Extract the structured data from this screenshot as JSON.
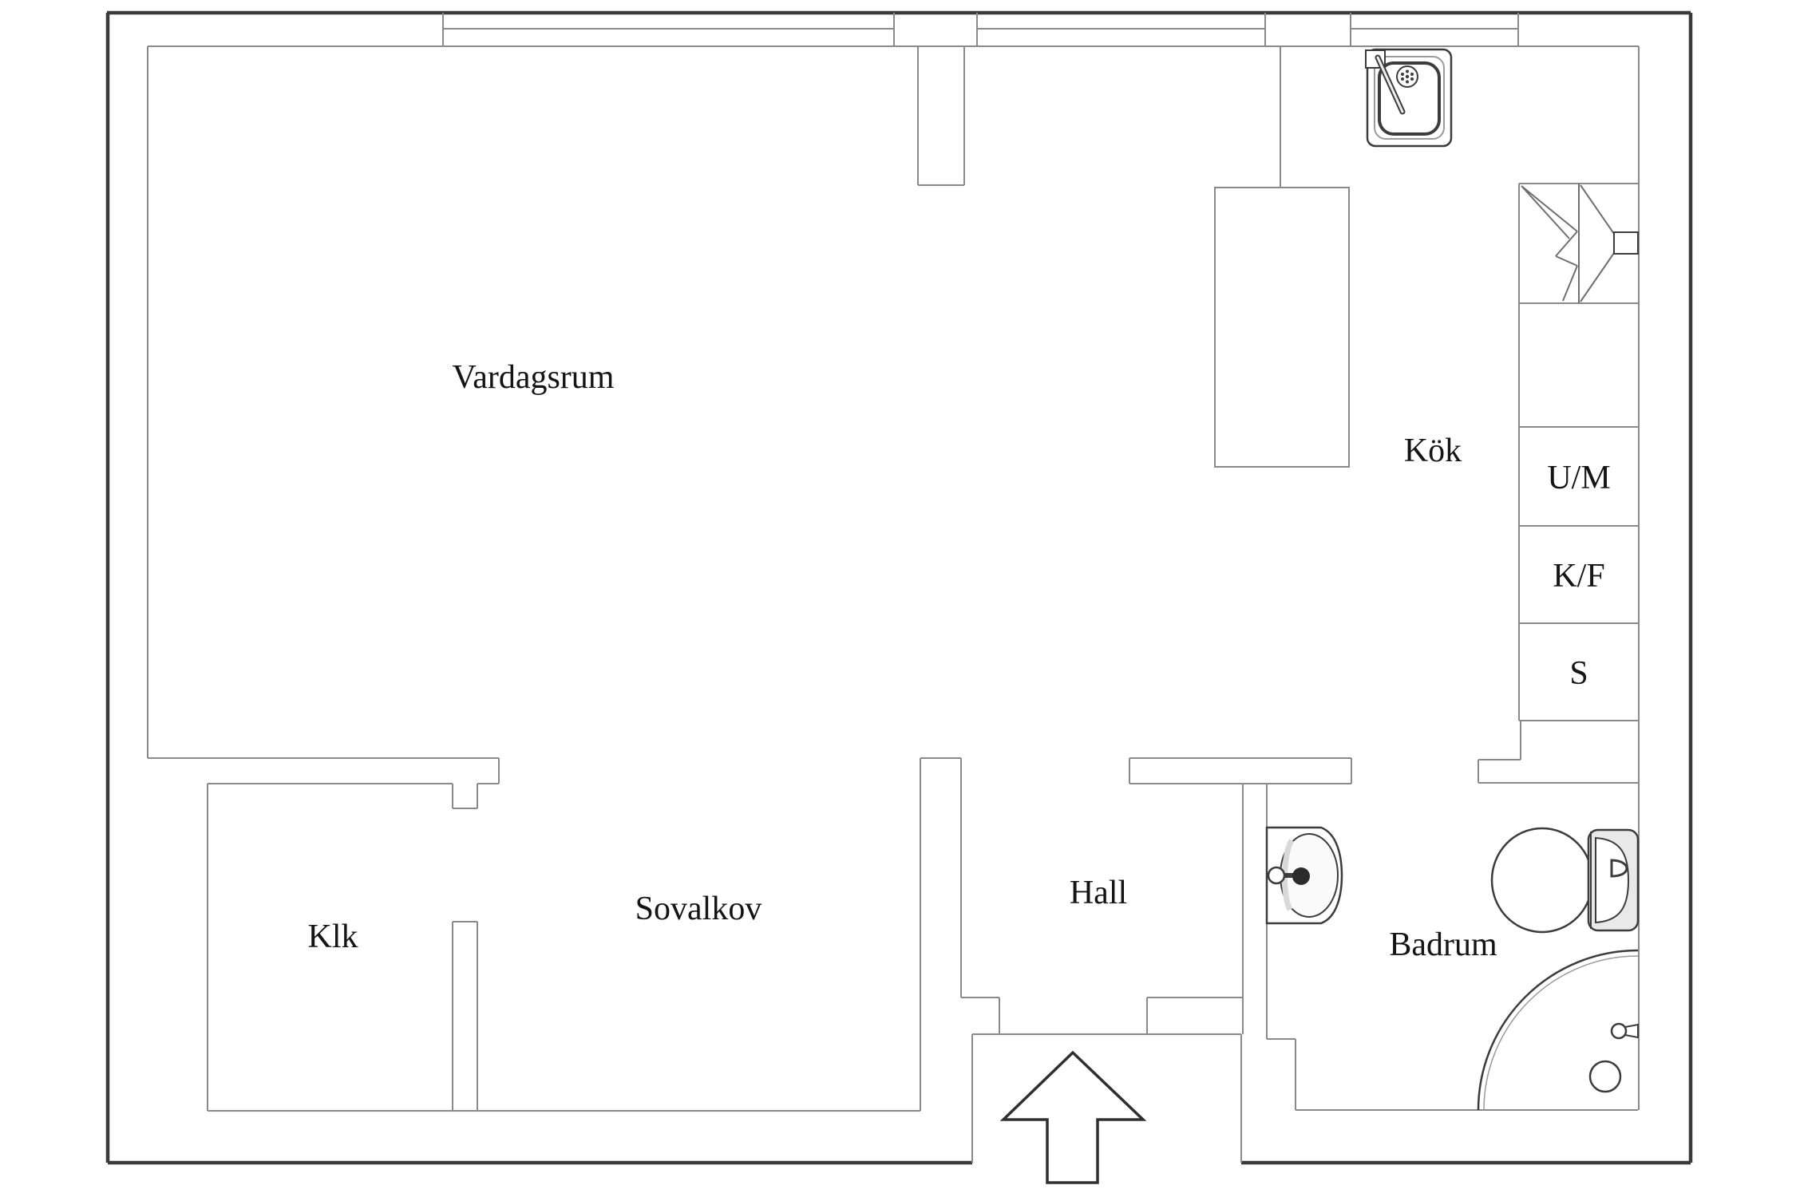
{
  "meta": {
    "type": "apartment-floor-plan"
  },
  "colors": {
    "outer_wall": "#3a3a3a",
    "inner_wall": "#8a8a8a",
    "fixture": "#3c3c3c",
    "fixture_light": "#9a9a9a",
    "shade": "#ededed",
    "text": "#141414",
    "background": "#ffffff"
  },
  "rooms": {
    "vardagsrum": {
      "label": "Vardagsrum"
    },
    "kok": {
      "label": "Kök"
    },
    "sovalkov": {
      "label": "Sovalkov"
    },
    "hall": {
      "label": "Hall"
    },
    "klk": {
      "label": "Klk"
    },
    "badrum": {
      "label": "Badrum"
    }
  },
  "appliances": {
    "um": {
      "label": "U/M"
    },
    "kf": {
      "label": "K/F"
    },
    "s": {
      "label": "S"
    }
  },
  "icons": [
    "kitchen-sink-icon",
    "cooker-hood-icon",
    "washbasin-icon",
    "toilet-icon",
    "shower-icon",
    "shower-drain-icon",
    "shower-head-icon",
    "entrance-arrow-icon",
    "window-glyph"
  ]
}
